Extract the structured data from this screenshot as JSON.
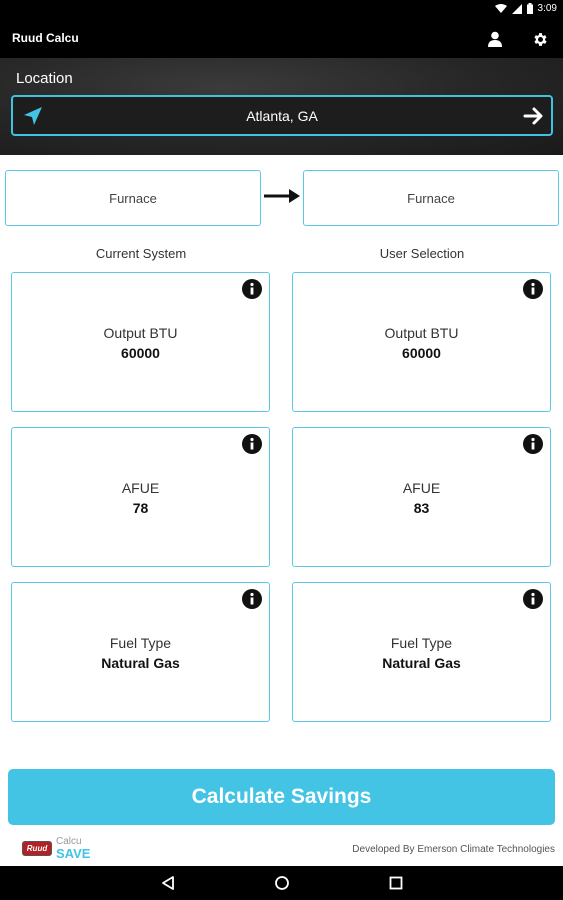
{
  "status_bar": {
    "time": "3:09"
  },
  "app_bar": {
    "title": "Ruud Calcu"
  },
  "location": {
    "label": "Location",
    "value": "Atlanta, GA"
  },
  "systems": {
    "current": "Furnace",
    "selected": "Furnace"
  },
  "columns": {
    "current_label": "Current System",
    "selected_label": "User Selection"
  },
  "current_cards": [
    {
      "label": "Output BTU",
      "value": "60000"
    },
    {
      "label": "AFUE",
      "value": "78"
    },
    {
      "label": "Fuel Type",
      "value": "Natural Gas"
    }
  ],
  "selected_cards": [
    {
      "label": "Output BTU",
      "value": "60000"
    },
    {
      "label": "AFUE",
      "value": "83"
    },
    {
      "label": "Fuel Type",
      "value": "Natural Gas"
    }
  ],
  "action": {
    "button_label": "Calculate Savings"
  },
  "footer": {
    "logo_badge": "Ruud",
    "logo_line1": "Calcu",
    "logo_line2": "SAVE",
    "credit": "Developed By Emerson Climate Technologies"
  },
  "colors": {
    "accent": "#43c4e4",
    "card_border": "#5cc7e6",
    "brand_red": "#b32025"
  },
  "icons": [
    "wifi-icon",
    "signal-icon",
    "battery-icon",
    "user-icon",
    "gear-icon",
    "navigation-icon",
    "arrow-right-icon",
    "info-icon",
    "back-icon",
    "home-icon",
    "recents-icon"
  ]
}
